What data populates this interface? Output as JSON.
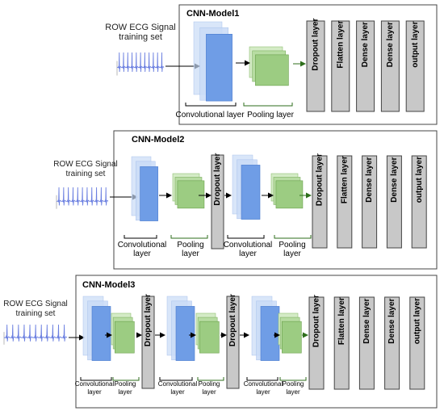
{
  "panels": [
    {
      "title": "CNN-Model1",
      "signal_label": [
        "ROW ECG Signal",
        "training set"
      ],
      "stages": [
        {
          "conv_label": [
            "Convolutional layer"
          ],
          "pool_label": [
            "Pooling layer"
          ]
        }
      ],
      "final_layers": [
        "Dropout layer",
        "Flatten layer",
        "Dense layer",
        "Dense layer",
        "output layer"
      ]
    },
    {
      "title": "CNN-Model2",
      "signal_label": [
        "ROW ECG Signal",
        "training set"
      ],
      "stages": [
        {
          "conv_label": [
            "Convolutional",
            "layer"
          ],
          "pool_label": [
            "Pooling",
            "layer"
          ],
          "dropout": "Dropout layer"
        },
        {
          "conv_label": [
            "Convolutional",
            "layer"
          ],
          "pool_label": [
            "Pooling",
            "layer"
          ]
        }
      ],
      "final_layers": [
        "Dropout layer",
        "Flatten layer",
        "Dense layer",
        "Dense layer",
        "output layer"
      ]
    },
    {
      "title": "CNN-Model3",
      "signal_label": [
        "ROW ECG Signal",
        "training set"
      ],
      "stages": [
        {
          "conv_label": [
            "Convolutional",
            "layer"
          ],
          "pool_label": [
            "Pooling",
            "layer"
          ],
          "dropout": "Dropout layer"
        },
        {
          "conv_label": [
            "Convolutional",
            "layer"
          ],
          "pool_label": [
            "Pooling",
            "layer"
          ],
          "dropout": "Dropout layer"
        },
        {
          "conv_label": [
            "Convolutional",
            "layer"
          ],
          "pool_label": [
            "Pooling",
            "layer"
          ]
        }
      ],
      "final_layers": [
        "Dropout layer",
        "Flatten layer",
        "Dense layer",
        "Dense layer",
        "output layer"
      ]
    }
  ],
  "colors": {
    "conv_fill": "#6f9de6",
    "conv_light": "#c9dbf7",
    "pool_fill": "#9ccc82",
    "pool_light": "#d4ebc6",
    "layer_fill": "#c8c8c8",
    "ecg_line": "#6b7fe0",
    "border": "#444444"
  },
  "icons": [
    "ecg-signal-icon",
    "arrow-icon"
  ]
}
